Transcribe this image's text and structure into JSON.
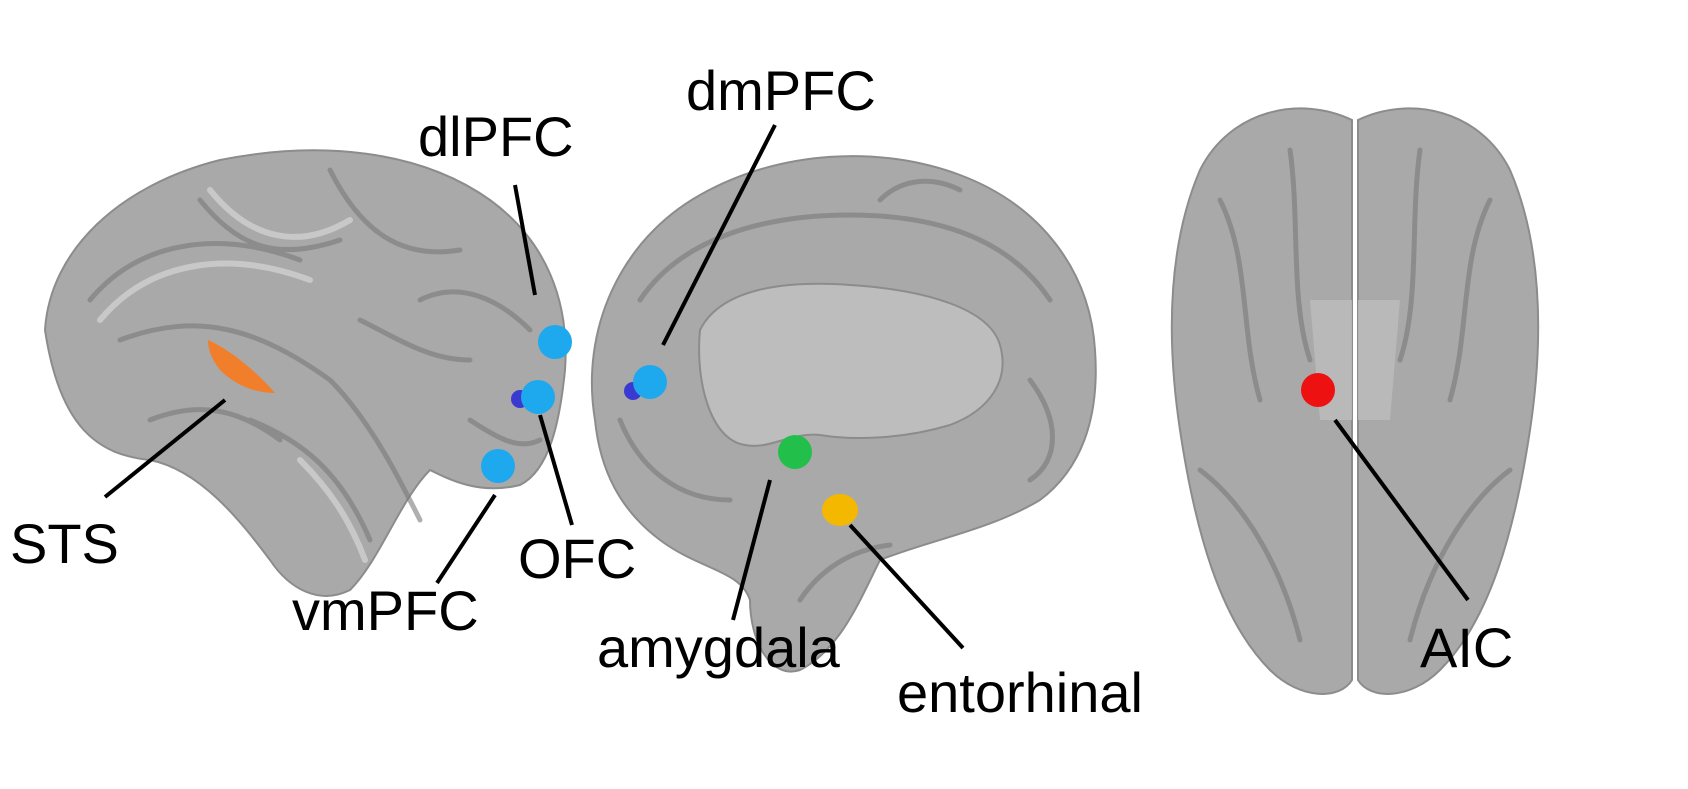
{
  "figure": {
    "views": [
      "lateral",
      "medial",
      "ventral"
    ],
    "regions": [
      {
        "id": "dlPFC",
        "label": "dlPFC",
        "color": "#1ea8ee"
      },
      {
        "id": "dmPFC",
        "label": "dmPFC",
        "color": "#1ea8ee"
      },
      {
        "id": "STS",
        "label": "STS",
        "color": "#f07e2a"
      },
      {
        "id": "OFC",
        "label": "OFC",
        "color": "#1ea8ee"
      },
      {
        "id": "vmPFC",
        "label": "vmPFC",
        "color": "#1ea8ee"
      },
      {
        "id": "amygdala",
        "label": "amygdala",
        "color": "#22c04a"
      },
      {
        "id": "entorhinal",
        "label": "entorhinal",
        "color": "#f5b800"
      },
      {
        "id": "AIC",
        "label": "AIC",
        "color": "#ee1111"
      }
    ]
  }
}
